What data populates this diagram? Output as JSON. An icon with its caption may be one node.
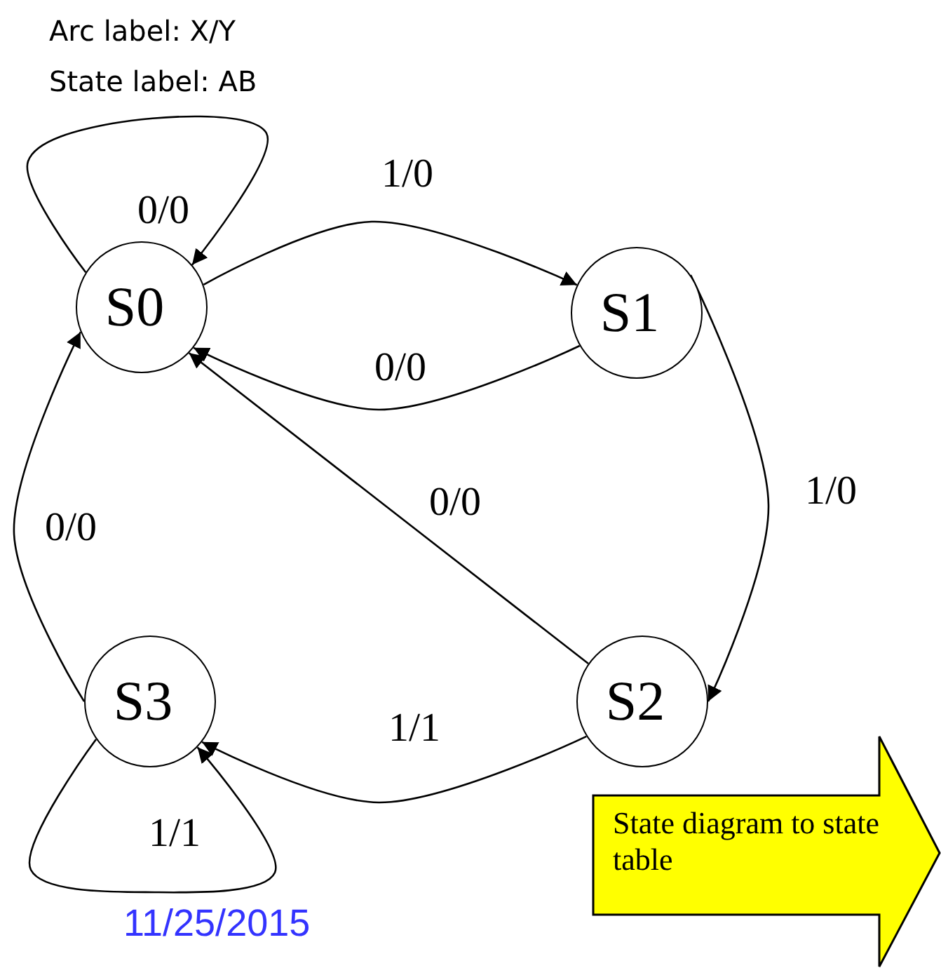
{
  "diagram": {
    "nodes": [
      {
        "text": [
          "S0"
        ]
      },
      {
        "text": [
          "S1"
        ]
      },
      {
        "text": [
          "S2"
        ]
      },
      {
        "text": [
          "S3"
        ]
      },
      {
        "text": [
          "State diagram to state table"
        ]
      }
    ],
    "edges": [
      {
        "from": 0,
        "to": 0,
        "arrow": "to",
        "label": "0/0"
      },
      {
        "from": 0,
        "to": 1,
        "arrow": "to",
        "label": "1/0"
      },
      {
        "from": 1,
        "to": 0,
        "arrow": "to",
        "label": "0/0"
      },
      {
        "from": 1,
        "to": 2,
        "arrow": "to",
        "label": "1/0"
      },
      {
        "from": 2,
        "to": 0,
        "arrow": "to",
        "label": "0/0"
      },
      {
        "from": 2,
        "to": 3,
        "arrow": "to",
        "label": "1/1"
      },
      {
        "from": 3,
        "to": 3,
        "arrow": "to",
        "label": "1/1"
      },
      {
        "from": 3,
        "to": 0,
        "arrow": "to",
        "label": "0/0"
      }
    ],
    "labels": [
      "Arc label: X/Y",
      "State label: AB",
      "11/25/2015"
    ]
  }
}
